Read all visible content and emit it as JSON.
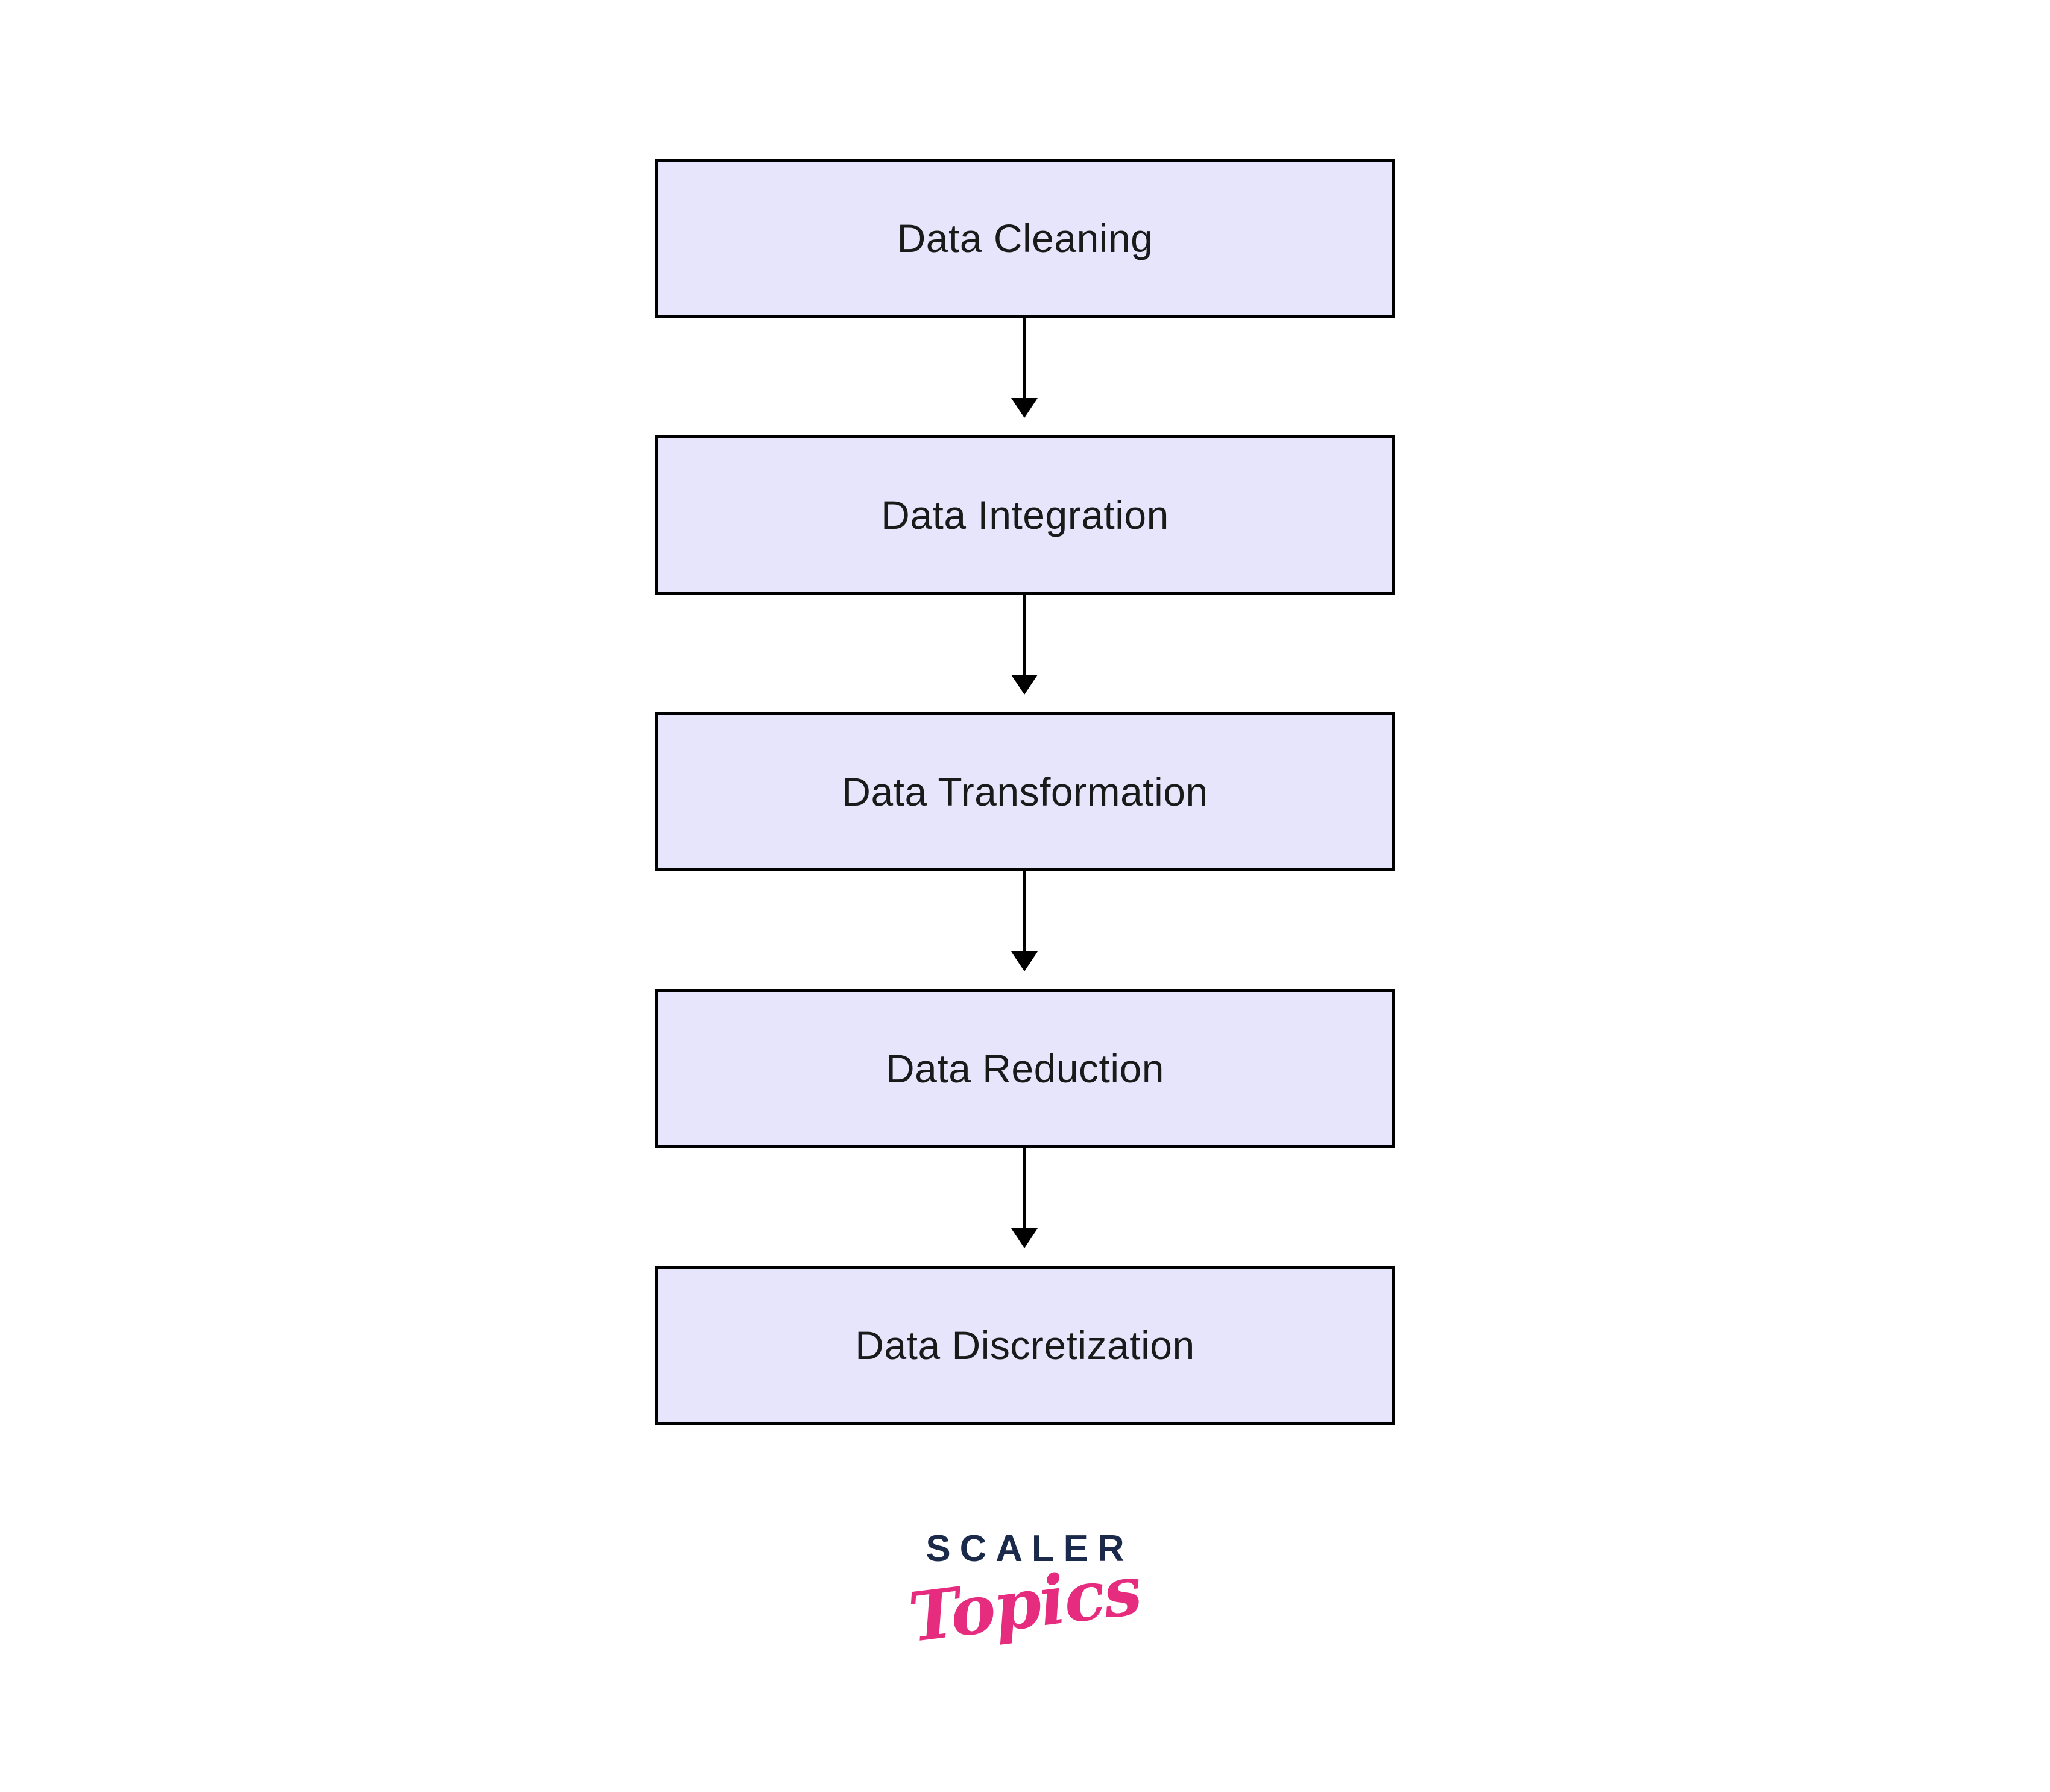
{
  "diagram": {
    "type": "flowchart",
    "direction": "top-down",
    "description": "Sequential steps of data preprocessing connected by downward arrows"
  },
  "flowchart": {
    "steps": [
      {
        "label": "Data Cleaning"
      },
      {
        "label": "Data Integration"
      },
      {
        "label": "Data Transformation"
      },
      {
        "label": "Data Reduction"
      },
      {
        "label": "Data Discretization"
      }
    ]
  },
  "logo": {
    "brand": "SCALER",
    "sub": "Topics"
  },
  "colors": {
    "box_fill": "#e7e5fb",
    "box_border": "#000000",
    "text": "#1a1a1a",
    "arrow": "#000000",
    "brand_navy": "#1b2a4a",
    "brand_pink": "#e62c7e"
  }
}
